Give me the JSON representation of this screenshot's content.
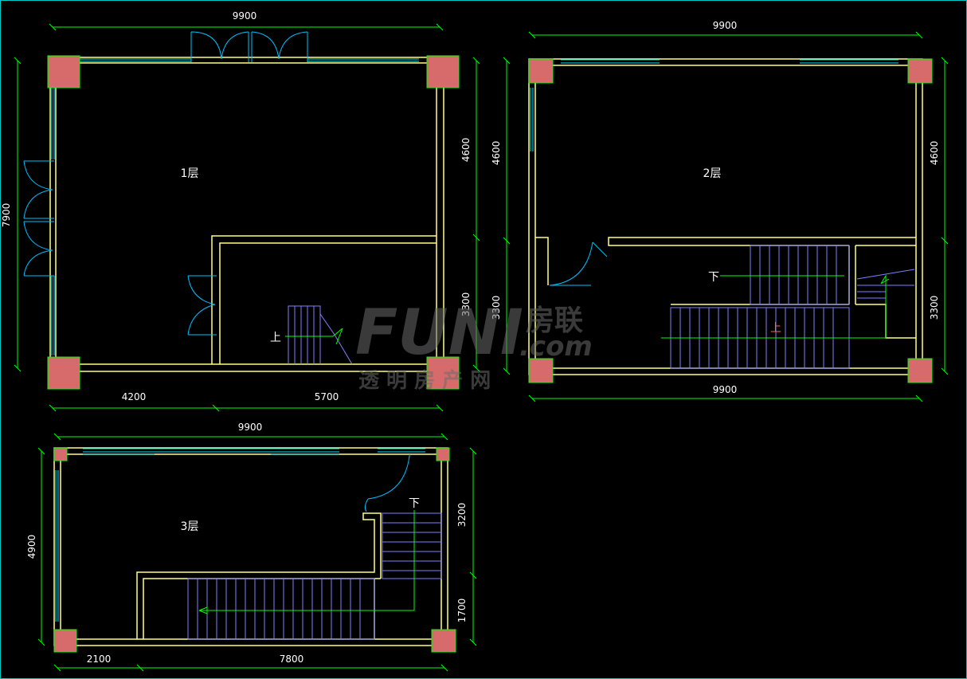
{
  "colors": {
    "background": "#000000",
    "frame": "#00c8c8",
    "wall": "#ffff80",
    "dimension": "#00ff00",
    "window": "#00e5ff",
    "door": "#00bfff",
    "stair": "#8080ff",
    "column": "#d76a6a",
    "text": "#ffffff"
  },
  "floor1": {
    "label": "1层",
    "up_label": "上",
    "dims": {
      "top": "9900",
      "left": "7900",
      "right_upper": "4600",
      "right_lower": "3300",
      "bottom_left": "4200",
      "bottom_right": "5700"
    }
  },
  "floor2": {
    "label": "2层",
    "down_label": "下",
    "up_label": "上",
    "dims": {
      "top": "9900",
      "left_upper": "4600",
      "left_lower": "3300",
      "right_upper": "4600",
      "right_lower": "3300",
      "bottom": "9900"
    }
  },
  "floor3": {
    "label": "3层",
    "down_label": "下",
    "dims": {
      "top": "9900",
      "left": "4900",
      "right_upper": "3200",
      "right_lower": "1700",
      "bottom_left": "2100",
      "bottom_right": "7800"
    }
  },
  "watermark": {
    "logo": "FUNI",
    "logo_cn": "房联",
    "domain": ".com",
    "slogan": "透 明 房 产 网"
  }
}
